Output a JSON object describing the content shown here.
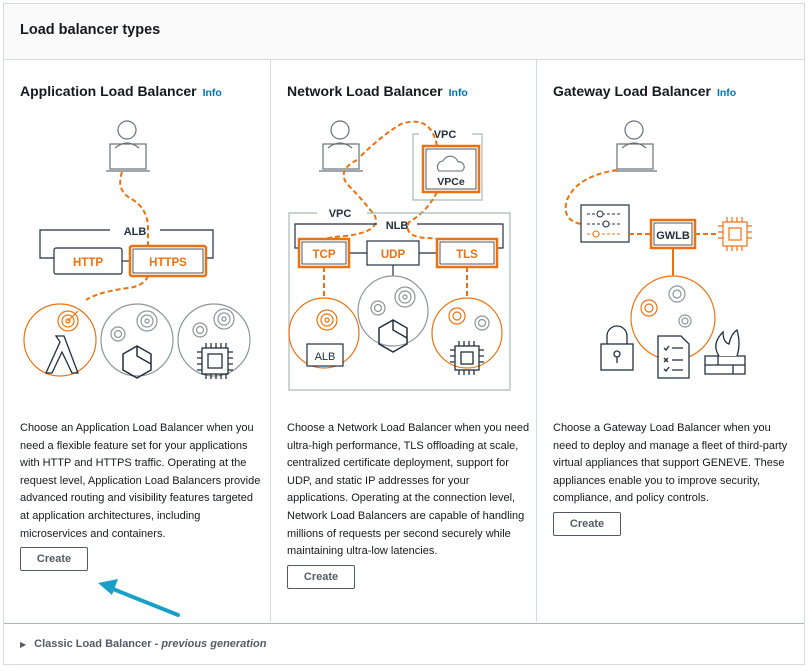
{
  "panel": {
    "title": "Load balancer types"
  },
  "columns": [
    {
      "title": "Application Load Balancer",
      "info_label": "Info",
      "description": "Choose an Application Load Balancer when you need a flexible feature set for your applications with HTTP and HTTPS traffic. Operating at the request level, Application Load Balancers provide advanced routing and visibility features targeted at application architectures, including microservices and containers.",
      "create_label": "Create",
      "diagram": {
        "group_label": "ALB",
        "protocols": [
          "HTTP",
          "HTTPS"
        ],
        "highlighted_protocol": "HTTPS",
        "targets": [
          "lambda-icon",
          "container-icon",
          "instance-chip-icon"
        ]
      }
    },
    {
      "title": "Network Load Balancer",
      "info_label": "Info",
      "description": "Choose a Network Load Balancer when you need ultra-high performance, TLS offloading at scale, centralized certificate deployment, support for UDP, and static IP addresses for your applications. Operating at the connection level, Network Load Balancers are capable of handling millions of requests per second securely while maintaining ultra-low latencies.",
      "create_label": "Create",
      "diagram": {
        "outer_vpc_label": "VPC",
        "endpoint_vpc_label": "VPC",
        "endpoint_label": "VPCe",
        "group_label": "NLB",
        "protocols": [
          "TCP",
          "UDP",
          "TLS"
        ],
        "highlighted_protocols": [
          "TCP",
          "TLS"
        ],
        "alb_target_label": "ALB"
      }
    },
    {
      "title": "Gateway Load Balancer",
      "info_label": "Info",
      "description": "Choose a Gateway Load Balancer when you need to deploy and manage a fleet of third-party virtual appliances that support GENEVE. These appliances enable you to improve security, compliance, and policy controls.",
      "create_label": "Create",
      "diagram": {
        "gateway_label": "GWLB",
        "appliances": [
          "lock-icon",
          "checklist-icon",
          "firewall-icon"
        ]
      }
    }
  ],
  "footer": {
    "expander_label": "Classic Load Balancer",
    "expander_separator": " - ",
    "expander_suffix": "previous generation"
  },
  "colors": {
    "accent_orange": "#ec7211",
    "link_blue": "#0073bb",
    "annotation_arrow": "#1aa0c8",
    "text_dark": "#16191f",
    "button_border": "#545b64"
  }
}
